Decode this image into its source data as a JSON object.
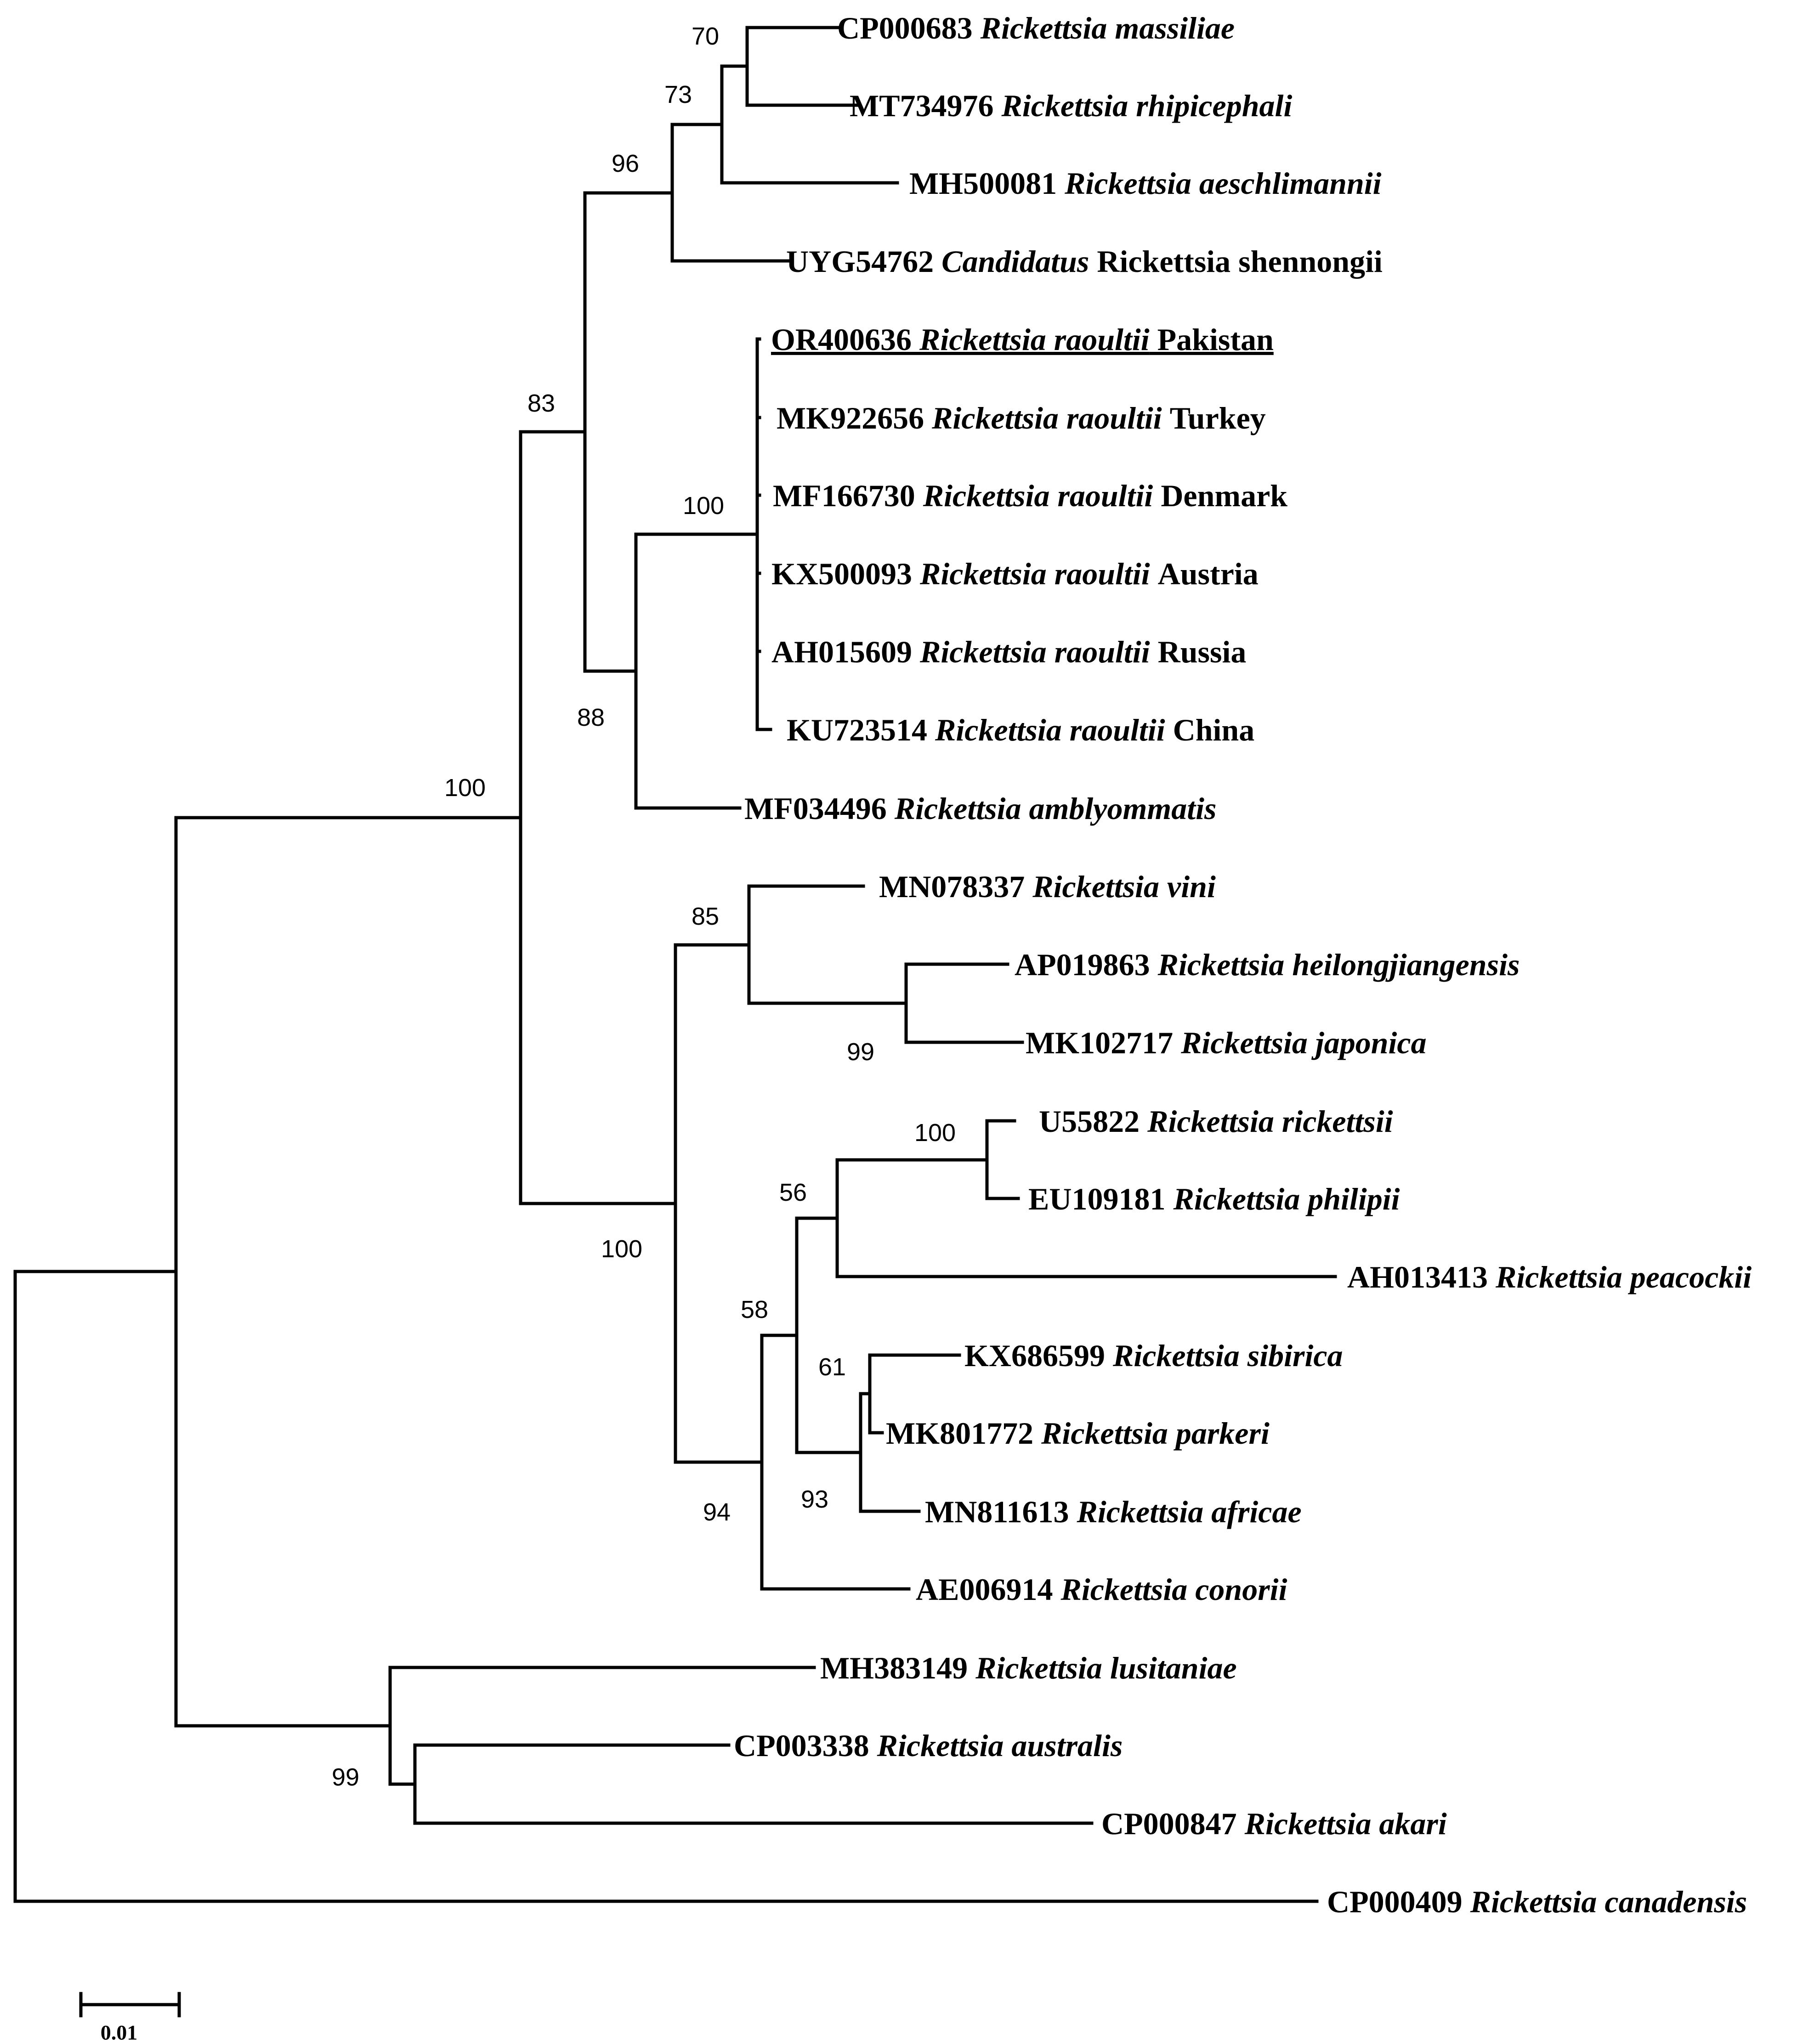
{
  "tree": {
    "leaves": [
      {
        "accession": "CP000683",
        "prefix": "",
        "species": "Rickettsia massiliae",
        "suffix": "",
        "underline": false
      },
      {
        "accession": "MT734976",
        "prefix": "",
        "species": "Rickettsia rhipicephali",
        "suffix": "",
        "underline": false
      },
      {
        "accession": "MH500081",
        "prefix": "",
        "species": "Rickettsia aeschlimannii",
        "suffix": "",
        "underline": false
      },
      {
        "accession": "UYG54762",
        "prefix": "",
        "species": "Candidatus",
        "suffix": " Rickettsia shennongii",
        "underline": false
      },
      {
        "accession": "OR400636",
        "prefix": "",
        "species": "Rickettsia raoultii",
        "suffix": " Pakistan",
        "underline": true
      },
      {
        "accession": "MK922656",
        "prefix": "",
        "species": "Rickettsia raoultii",
        "suffix": " Turkey",
        "underline": false
      },
      {
        "accession": "MF166730",
        "prefix": "",
        "species": "Rickettsia raoultii",
        "suffix": " Denmark",
        "underline": false
      },
      {
        "accession": "KX500093",
        "prefix": "",
        "species": "Rickettsia raoultii",
        "suffix": " Austria",
        "underline": false
      },
      {
        "accession": "AH015609",
        "prefix": "",
        "species": "Rickettsia raoultii",
        "suffix": " Russia",
        "underline": false
      },
      {
        "accession": "KU723514",
        "prefix": "",
        "species": "Rickettsia raoultii",
        "suffix": " China",
        "underline": false
      },
      {
        "accession": "MF034496",
        "prefix": "",
        "species": "Rickettsia amblyommatis",
        "suffix": "",
        "underline": false
      },
      {
        "accession": "MN078337",
        "prefix": "",
        "species": "Rickettsia vini",
        "suffix": "",
        "underline": false
      },
      {
        "accession": "AP019863",
        "prefix": "",
        "species": "Rickettsia heilongjiangensis",
        "suffix": "",
        "underline": false
      },
      {
        "accession": "MK102717",
        "prefix": "",
        "species": "Rickettsia japonica",
        "suffix": "",
        "underline": false
      },
      {
        "accession": "U55822",
        "prefix": "",
        "species": "Rickettsia rickettsii",
        "suffix": "",
        "underline": false
      },
      {
        "accession": "EU109181",
        "prefix": "",
        "species": "Rickettsia philipii",
        "suffix": "",
        "underline": false
      },
      {
        "accession": "AH013413",
        "prefix": "",
        "species": "Rickettsia peacockii",
        "suffix": "",
        "underline": false
      },
      {
        "accession": "KX686599",
        "prefix": "",
        "species": "Rickettsia sibirica",
        "suffix": "",
        "underline": false
      },
      {
        "accession": "MK801772",
        "prefix": "",
        "species": "Rickettsia parkeri",
        "suffix": "",
        "underline": false
      },
      {
        "accession": "MN811613",
        "prefix": "",
        "species": "Rickettsia africae",
        "suffix": "",
        "underline": false
      },
      {
        "accession": "AE006914",
        "prefix": "",
        "species": "Rickettsia conorii",
        "suffix": "",
        "underline": false
      },
      {
        "accession": "MH383149",
        "prefix": "",
        "species": "Rickettsia lusitaniae",
        "suffix": "",
        "underline": false
      },
      {
        "accession": "CP003338",
        "prefix": "",
        "species": "Rickettsia australis",
        "suffix": "",
        "underline": false
      },
      {
        "accession": "CP000847",
        "prefix": "",
        "species": "Rickettsia akari",
        "suffix": "",
        "underline": false
      },
      {
        "accession": "CP000409",
        "prefix": "",
        "species": "Rickettsia canadensis",
        "suffix": "",
        "underline": false
      }
    ],
    "bootstrap_values": [
      "70",
      "73",
      "96",
      "100",
      "88",
      "83",
      "85",
      "99",
      "100",
      "56",
      "61",
      "93",
      "58",
      "94",
      "100",
      "100",
      "99"
    ],
    "scale_bar_label": "0.01"
  }
}
